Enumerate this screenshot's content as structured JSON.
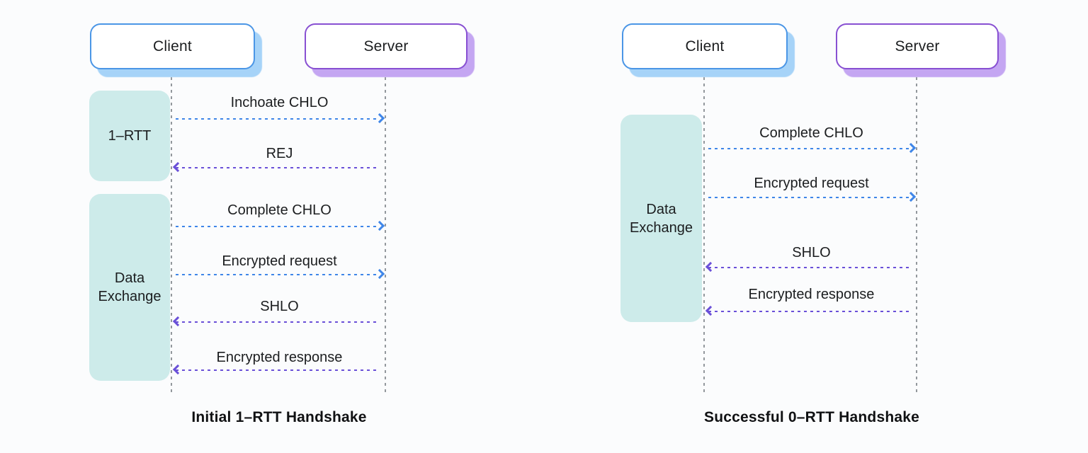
{
  "colors": {
    "background": "#fbfcfd",
    "client_accent": "#4b96e6",
    "client_shadow": "#a6d3f8",
    "server_accent": "#8850d2",
    "server_shadow": "#c4a6f2",
    "phase_fill": "#cdebea",
    "arrow_to_server": "#3f86e8",
    "arrow_to_client": "#6a50d8",
    "lifeline": "#93989d",
    "text": "#1b1d1f"
  },
  "diagrams": [
    {
      "caption": "Initial 1–RTT Handshake",
      "actors": [
        {
          "label": "Client",
          "role": "client"
        },
        {
          "label": "Server",
          "role": "server"
        }
      ],
      "phases": [
        {
          "label": "1–RTT"
        },
        {
          "label": "Data Exchange"
        }
      ],
      "messages": [
        {
          "label": "Inchoate CHLO",
          "from": "client",
          "to": "server"
        },
        {
          "label": "REJ",
          "from": "server",
          "to": "client"
        },
        {
          "label": "Complete CHLO",
          "from": "client",
          "to": "server"
        },
        {
          "label": "Encrypted request",
          "from": "client",
          "to": "server"
        },
        {
          "label": "SHLO",
          "from": "server",
          "to": "client"
        },
        {
          "label": "Encrypted response",
          "from": "server",
          "to": "client"
        }
      ]
    },
    {
      "caption": "Successful 0–RTT Handshake",
      "actors": [
        {
          "label": "Client",
          "role": "client"
        },
        {
          "label": "Server",
          "role": "server"
        }
      ],
      "phases": [
        {
          "label": "Data Exchange"
        }
      ],
      "messages": [
        {
          "label": "Complete CHLO",
          "from": "client",
          "to": "server"
        },
        {
          "label": "Encrypted request",
          "from": "client",
          "to": "server"
        },
        {
          "label": "SHLO",
          "from": "server",
          "to": "client"
        },
        {
          "label": "Encrypted response",
          "from": "server",
          "to": "client"
        }
      ]
    }
  ]
}
